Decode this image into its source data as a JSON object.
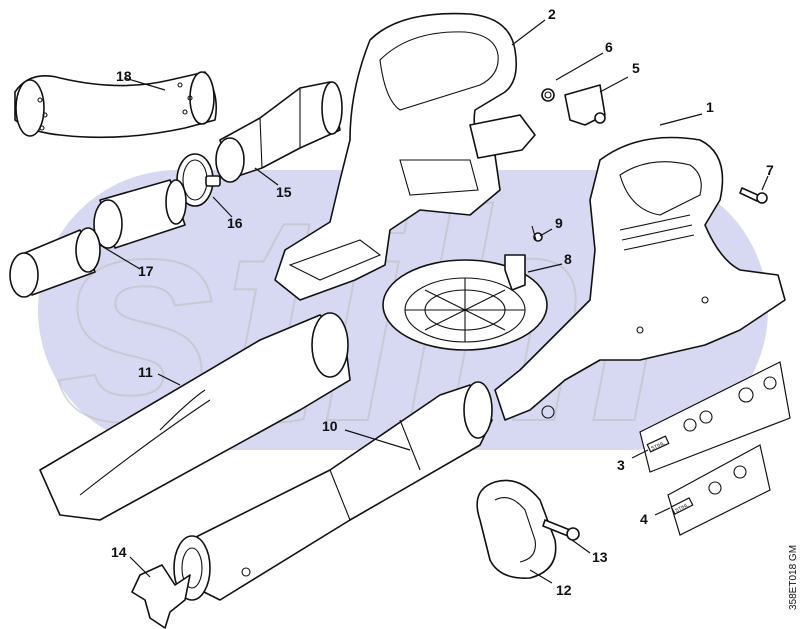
{
  "diagram": {
    "drawing_code": "358ET018 GM",
    "watermark_text": "stihl",
    "watermark_color": "#c8ccec",
    "label_marks": {
      "label3": "STIHL",
      "label4": "STIHL"
    },
    "callouts": [
      {
        "id": "callout-1",
        "label": "1"
      },
      {
        "id": "callout-2",
        "label": "2"
      },
      {
        "id": "callout-3",
        "label": "3"
      },
      {
        "id": "callout-4",
        "label": "4"
      },
      {
        "id": "callout-5",
        "label": "5"
      },
      {
        "id": "callout-6",
        "label": "6"
      },
      {
        "id": "callout-7",
        "label": "7"
      },
      {
        "id": "callout-8",
        "label": "8"
      },
      {
        "id": "callout-9",
        "label": "9"
      },
      {
        "id": "callout-10",
        "label": "10"
      },
      {
        "id": "callout-11",
        "label": "11"
      },
      {
        "id": "callout-12",
        "label": "12"
      },
      {
        "id": "callout-13",
        "label": "13"
      },
      {
        "id": "callout-14",
        "label": "14"
      },
      {
        "id": "callout-15",
        "label": "15"
      },
      {
        "id": "callout-16",
        "label": "16"
      },
      {
        "id": "callout-17",
        "label": "17"
      },
      {
        "id": "callout-18",
        "label": "18"
      }
    ]
  }
}
